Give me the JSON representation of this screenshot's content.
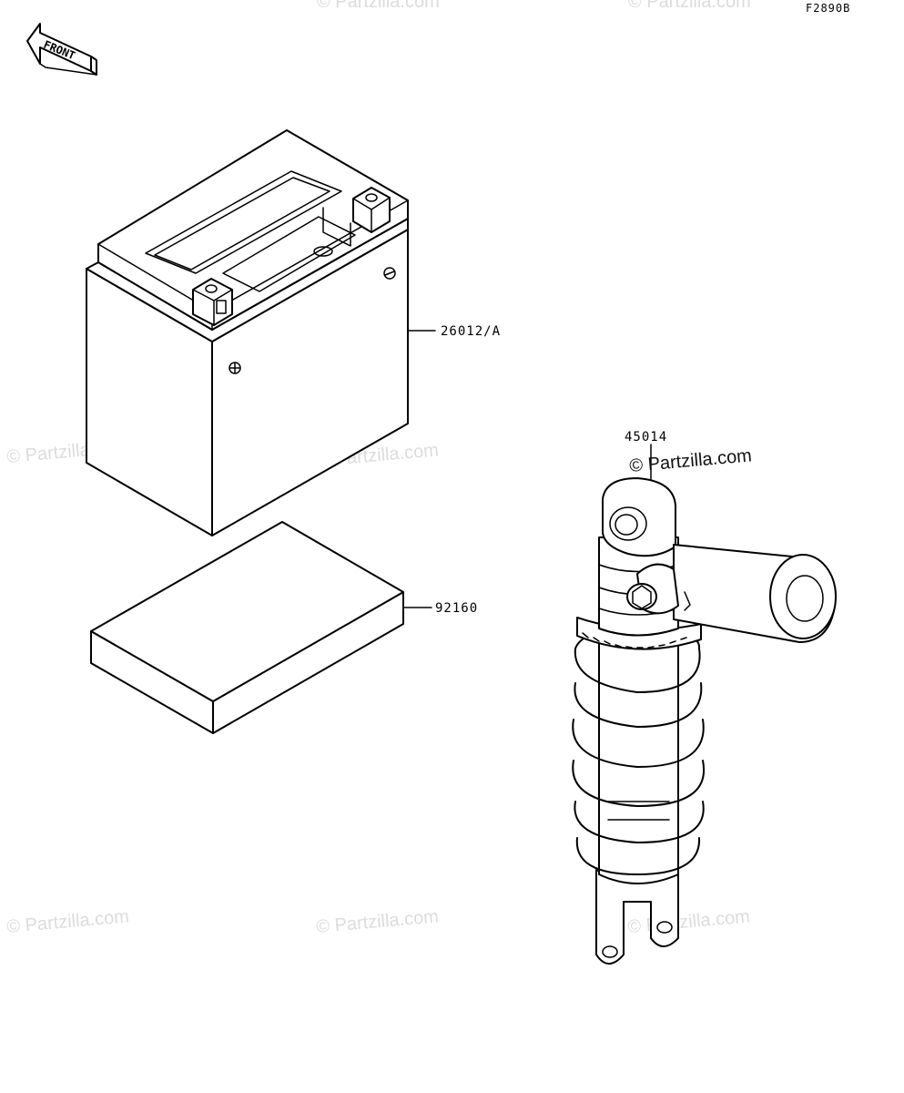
{
  "diagram": {
    "figure_code": "F2890B",
    "front_label": "FRONT",
    "parts": [
      {
        "id": "battery",
        "number": "26012/A"
      },
      {
        "id": "pad",
        "number": "92160"
      },
      {
        "id": "shock",
        "number": "45014"
      }
    ],
    "watermark": "© Partzilla.com"
  }
}
